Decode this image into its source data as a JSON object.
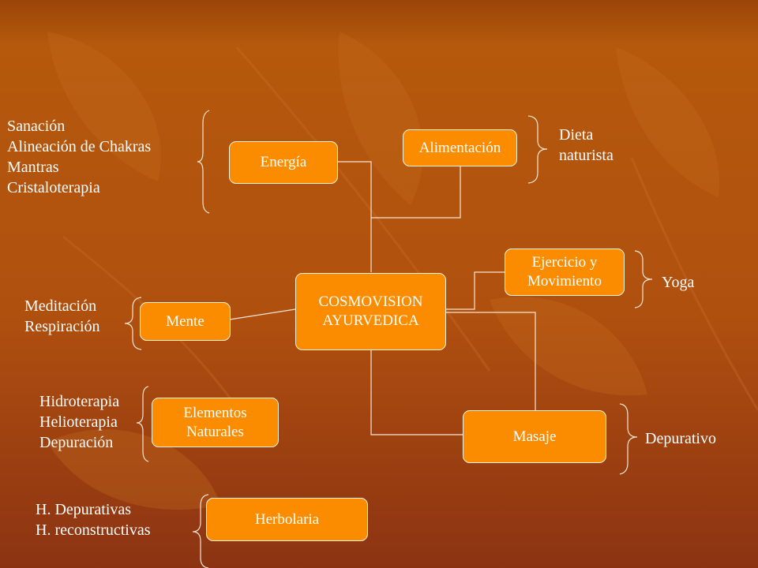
{
  "colors": {
    "node_fill": "#fb8c00",
    "node_border": "#fff3e0",
    "connector": "#f6e4d2",
    "text": "#ffffff"
  },
  "center": {
    "label": "COSMOVISION\n AYURVEDICA"
  },
  "nodes": {
    "energia": "Energía",
    "alimentacion": "Alimentación",
    "ejercicio": "Ejercicio y \nMovimiento",
    "mente": "Mente",
    "elementos": "Elementos\nNaturales",
    "masaje": "Masaje",
    "herbolaria": "Herbolaria"
  },
  "labels": {
    "energia": "Sanación\nAlineación de Chakras\nMantras\nCristaloterapia",
    "alimentacion": "Dieta\nnaturista",
    "ejercicio": "Yoga",
    "mente": "Meditación\nRespiración",
    "elementos": "Hidroterapia\nHelioterapia\nDepuración",
    "masaje": "Depurativo",
    "herbolaria": "H. Depurativas\nH. reconstructivas"
  }
}
